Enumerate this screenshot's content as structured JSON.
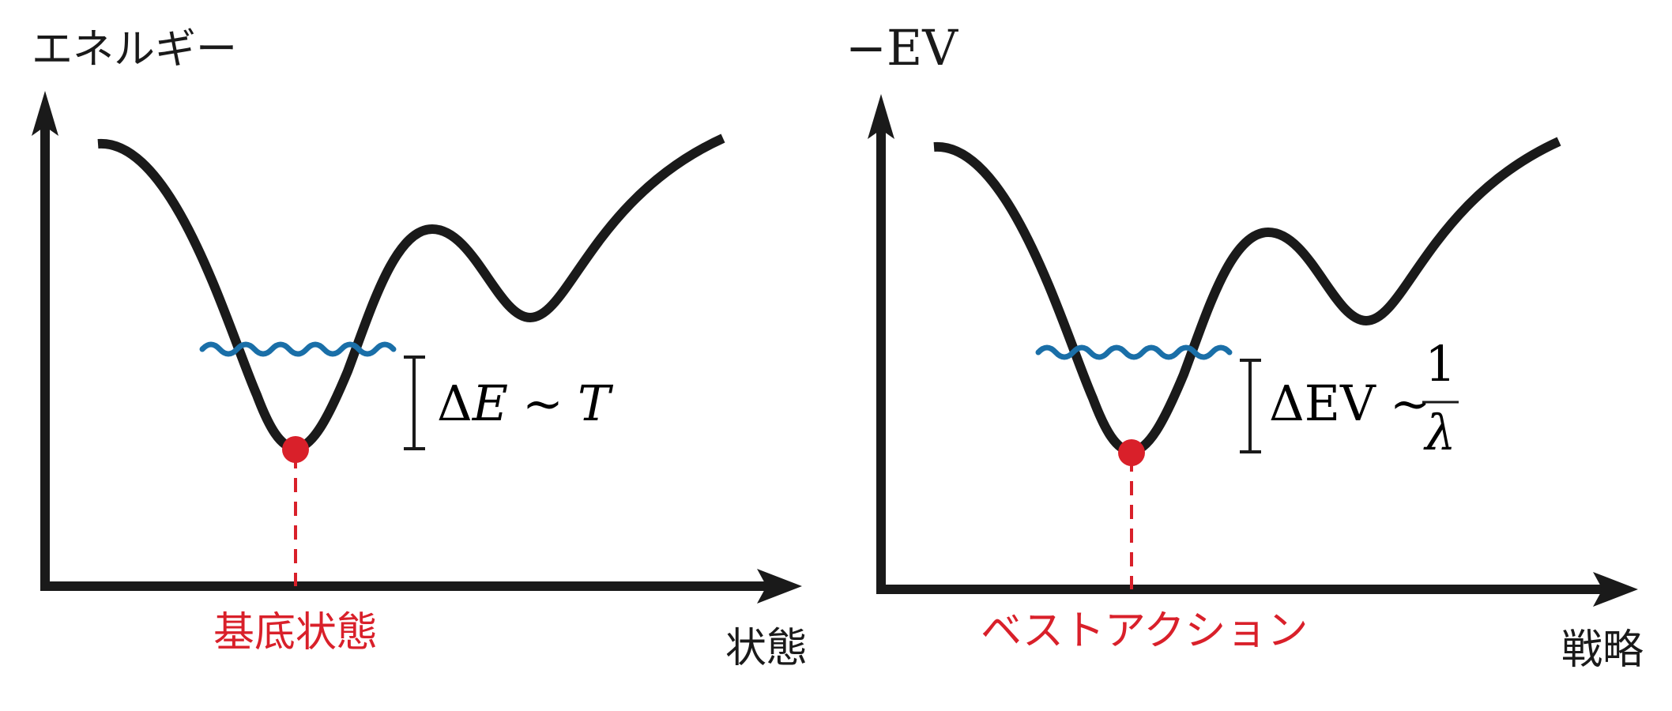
{
  "colors": {
    "axis": "#1a1a1a",
    "curve": "#1a1a1a",
    "highlight": "#d9202a",
    "wave": "#1a6fa8"
  },
  "panels": [
    {
      "y_label": "エネルギー",
      "x_label": "状態",
      "marker_label": "基底状態",
      "formula": {
        "delta": "Δ",
        "quantity": "E",
        "sim": "~",
        "rhs": "T"
      }
    },
    {
      "y_label": "−EV",
      "x_label": "戦略",
      "marker_label": "ベストアクション",
      "formula": {
        "delta": "Δ",
        "quantity": "EV",
        "sim": "~",
        "numerator": "1",
        "denominator": "λ"
      }
    }
  ]
}
